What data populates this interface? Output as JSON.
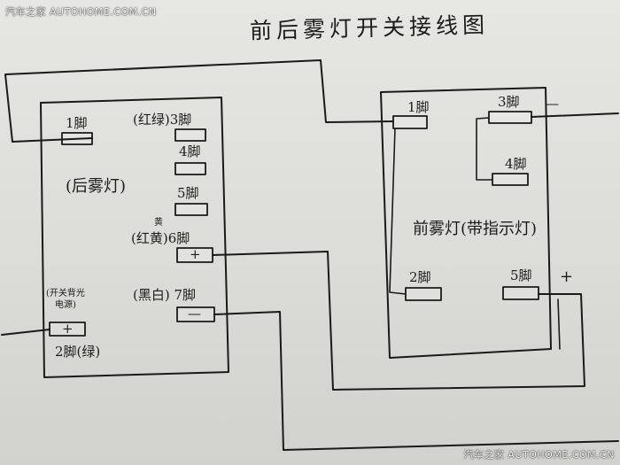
{
  "watermark": {
    "top_left": "汽车之家 AUTOHOME.COM.CN",
    "bottom_right": "汽车之家 AUTOHOME.COM.CN"
  },
  "title": "前后雾灯开关接线图",
  "rear_switch": {
    "name": "(后雾灯)",
    "pin1": "1脚",
    "pin3": "(红绿)3脚",
    "pin4": "4脚",
    "pin5": "5脚",
    "pin6_top": "黄",
    "pin6": "(红黄)6脚",
    "pin6_sign": "+",
    "pin7": "(黑白) 7脚",
    "pin7_sign": "—",
    "pin2_note_line1": "(开关背光",
    "pin2_note_line2": "电源)",
    "pin2_sign": "+",
    "pin2": "2脚(绿)"
  },
  "front_switch": {
    "name": "前雾灯(带指示灯)",
    "pin1": "1脚",
    "pin3": "3脚",
    "pin3_sign": "—",
    "pin4": "4脚",
    "pin2": "2脚",
    "pin5": "5脚",
    "pin5_sign": "+"
  }
}
